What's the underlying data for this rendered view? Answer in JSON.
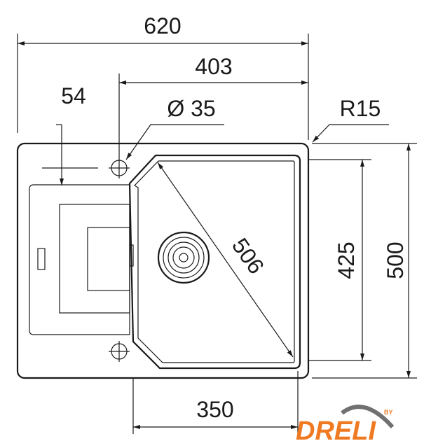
{
  "dimensions": {
    "overall_width": "620",
    "bowl_span": "403",
    "tap_offset": "54",
    "tap_hole": "Ø 35",
    "corner_radius": "R15",
    "diagonal": "506",
    "bowl_depth": "425",
    "overall_depth": "500",
    "bowl_width": "350"
  },
  "logo": {
    "text": "DRELI",
    "by": "BY",
    "color": "#f07a22"
  }
}
